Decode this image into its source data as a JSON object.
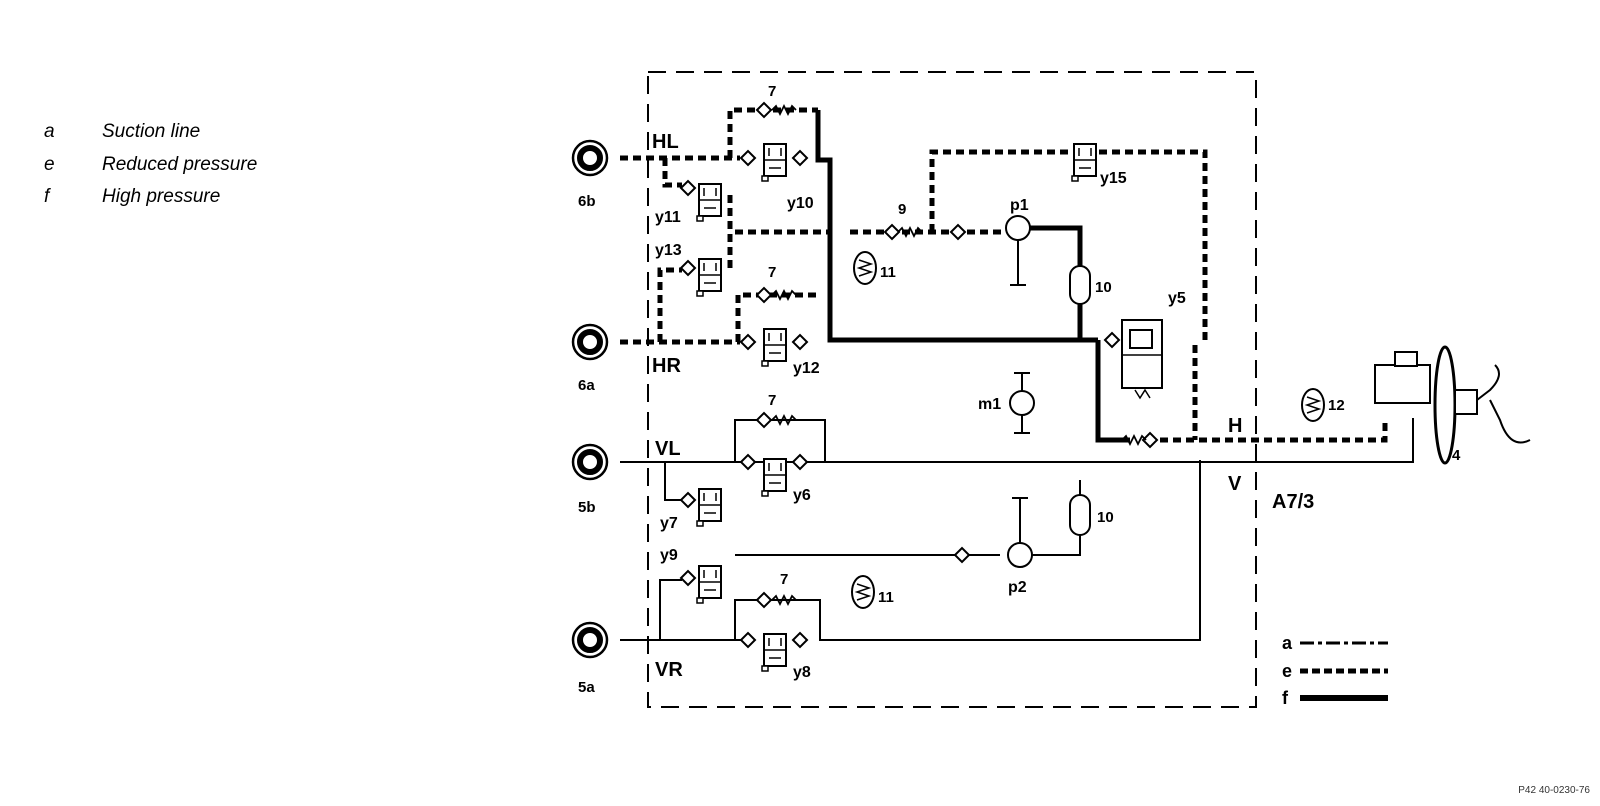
{
  "legend": [
    {
      "key": "a",
      "label": "Suction line"
    },
    {
      "key": "e",
      "label": "Reduced pressure"
    },
    {
      "key": "f",
      "label": "High pressure"
    }
  ],
  "labels": {
    "HL": "HL",
    "HR": "HR",
    "VL": "VL",
    "VR": "VR",
    "wheel_6b": "6b",
    "wheel_6a": "6a",
    "wheel_5b": "5b",
    "wheel_5a": "5a",
    "y11": "y11",
    "y13": "y13",
    "y10": "y10",
    "y12": "y12",
    "y7": "y7",
    "y9": "y9",
    "y6": "y6",
    "y8": "y8",
    "y15": "y15",
    "y5": "y5",
    "n7a": "7",
    "n7b": "7",
    "n7c": "7",
    "n7d": "7",
    "n9": "9",
    "n11a": "11",
    "n11b": "11",
    "n12": "12",
    "n10a": "10",
    "n10b": "10",
    "p1": "p1",
    "p2": "p2",
    "m1": "m1",
    "H": "H",
    "V": "V",
    "A7_3": "A7/3",
    "n4": "4",
    "key_a": "a",
    "key_e": "e",
    "key_f": "f"
  },
  "doc_code": "P42 40-0230-76",
  "colors": {
    "ink": "#000000",
    "paper": "#ffffff"
  }
}
